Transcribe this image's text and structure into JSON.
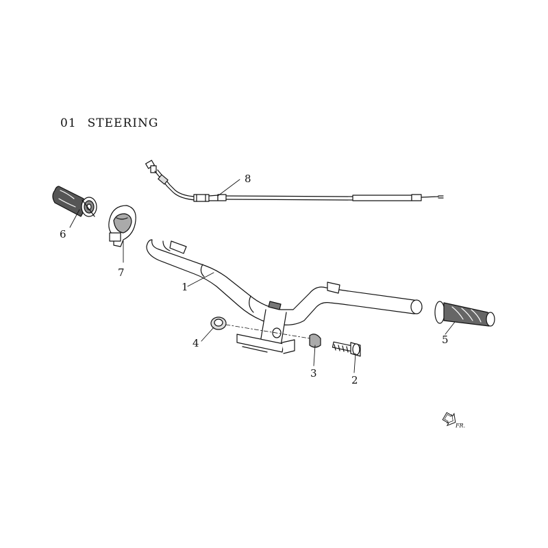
{
  "section": {
    "number": "01",
    "title": "STEERING"
  },
  "callouts": [
    {
      "id": "1",
      "label": "1"
    },
    {
      "id": "2",
      "label": "2"
    },
    {
      "id": "3",
      "label": "3"
    },
    {
      "id": "4",
      "label": "4"
    },
    {
      "id": "5",
      "label": "5"
    },
    {
      "id": "6",
      "label": "6"
    },
    {
      "id": "7",
      "label": "7"
    },
    {
      "id": "8",
      "label": "8"
    }
  ],
  "direction_marker": {
    "label": "FR.",
    "icon": "arrow-direction-icon"
  }
}
